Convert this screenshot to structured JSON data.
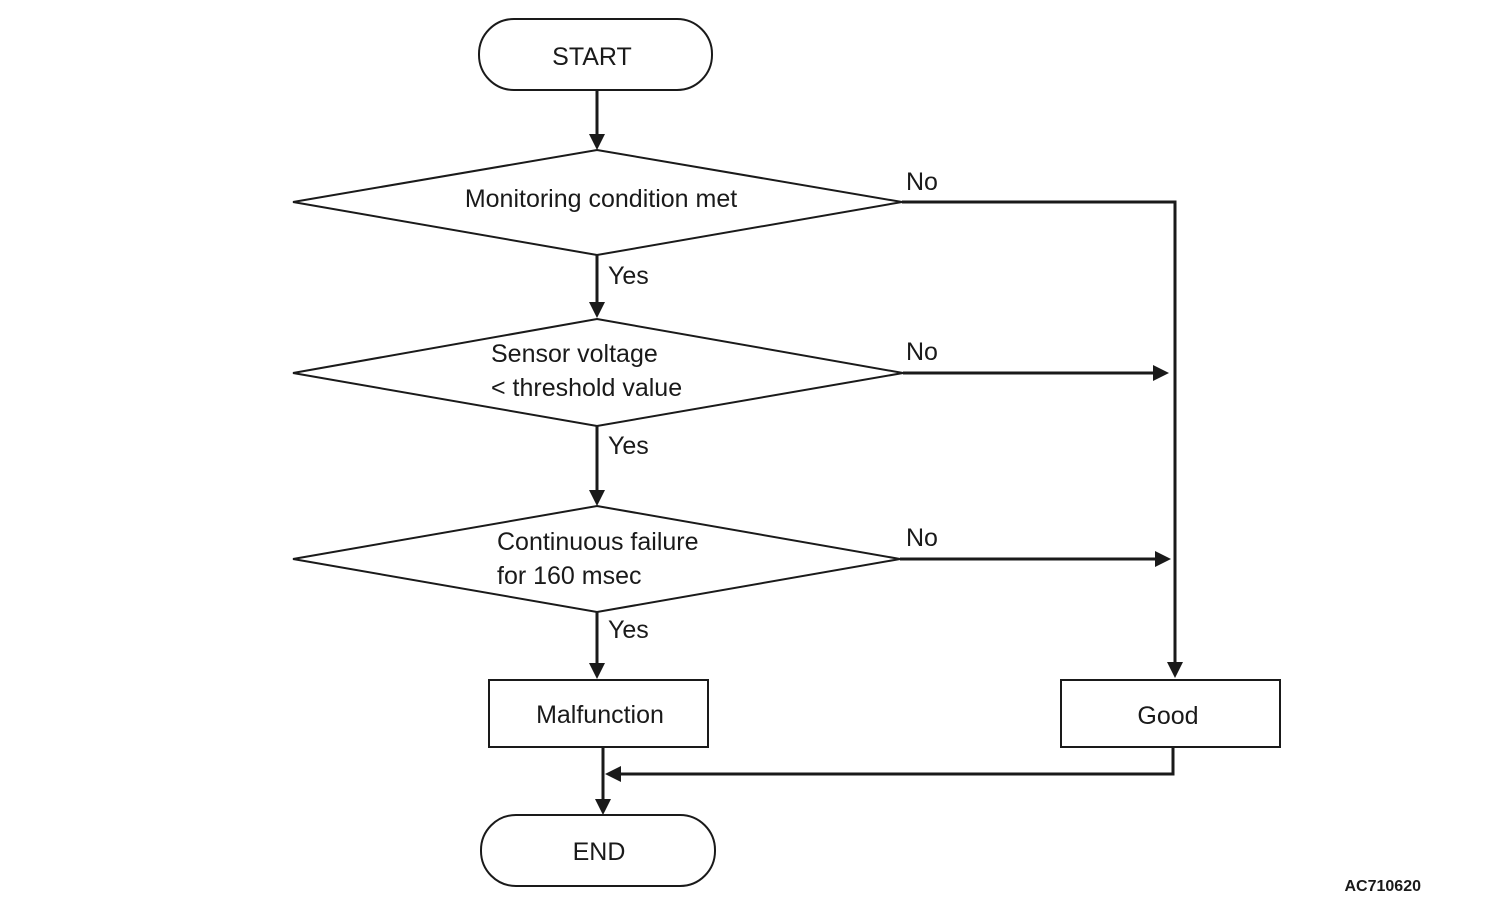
{
  "flowchart": {
    "start": "START",
    "decision1": "Monitoring condition met",
    "decision2": {
      "line1": "Sensor voltage",
      "line2": "< threshold value"
    },
    "decision3": {
      "line1": "Continuous failure",
      "line2": "for 160 msec"
    },
    "malfunction": "Malfunction",
    "good": "Good",
    "end": "END",
    "yes_label": "Yes",
    "no_label": "No"
  },
  "figure_id": "AC710620"
}
